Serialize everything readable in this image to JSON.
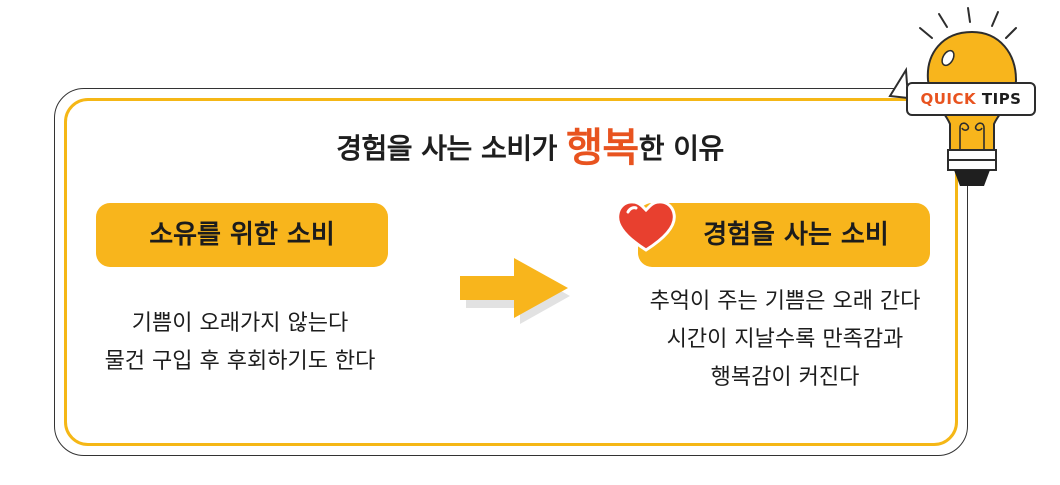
{
  "badge": {
    "quick": "QUICK",
    "tips": "TIPS"
  },
  "title": {
    "before": "경험을 사는 소비가 ",
    "highlight": "행복",
    "after": "한 이유"
  },
  "left_panel": {
    "label": "소유를 위한 소비",
    "lines": [
      "기쁨이 오래가지 않는다",
      "물건 구입 후 후회하기도 한다"
    ]
  },
  "right_panel": {
    "label": "경험을 사는 소비",
    "lines": [
      "추억이 주는 기쁨은 오래 간다",
      "시간이 지날수록 만족감과",
      "행복감이 커진다"
    ]
  },
  "icons": {
    "heart": "heart-icon",
    "arrow": "arrow-right-icon",
    "bulb": "lightbulb-icon"
  },
  "colors": {
    "accent": "#f8b51c",
    "highlight": "#e8531f",
    "heart": "#e8402f"
  }
}
